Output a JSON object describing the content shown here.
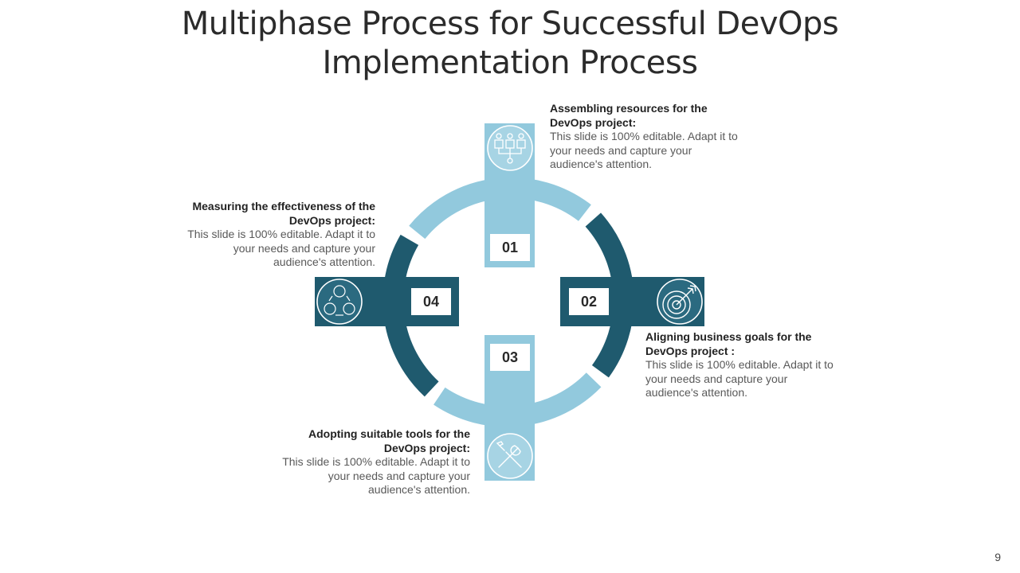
{
  "title": {
    "line1": "Multiphase Process for Successful DevOps",
    "line2": "Implementation Process"
  },
  "colors": {
    "light_blue": "#92c9dd",
    "dark_teal": "#1f5a6e",
    "white": "#ffffff"
  },
  "phases": [
    {
      "number": "01",
      "heading": "Assembling  resources for the DevOps project:",
      "body": "This slide is 100% editable. Adapt it to your needs and capture your audience's attention.",
      "icon": "team-network-icon"
    },
    {
      "number": "02",
      "heading": "Aligning  business goals for the DevOps project :",
      "body": "This slide is 100% editable. Adapt it to your needs and capture your audience's attention.",
      "icon": "target-arrow-icon"
    },
    {
      "number": "03",
      "heading": "Adopting  suitable tools for the DevOps project:",
      "body": "This slide is 100% editable. Adapt it to your needs and capture your audience's attention.",
      "icon": "wrench-screwdriver-icon"
    },
    {
      "number": "04",
      "heading": "Measuring the effectiveness of the DevOps project:",
      "body": "This slide is 100% editable. Adapt it to your needs and capture your audience's attention.",
      "icon": "people-cycle-icon"
    }
  ],
  "page_number": "9"
}
